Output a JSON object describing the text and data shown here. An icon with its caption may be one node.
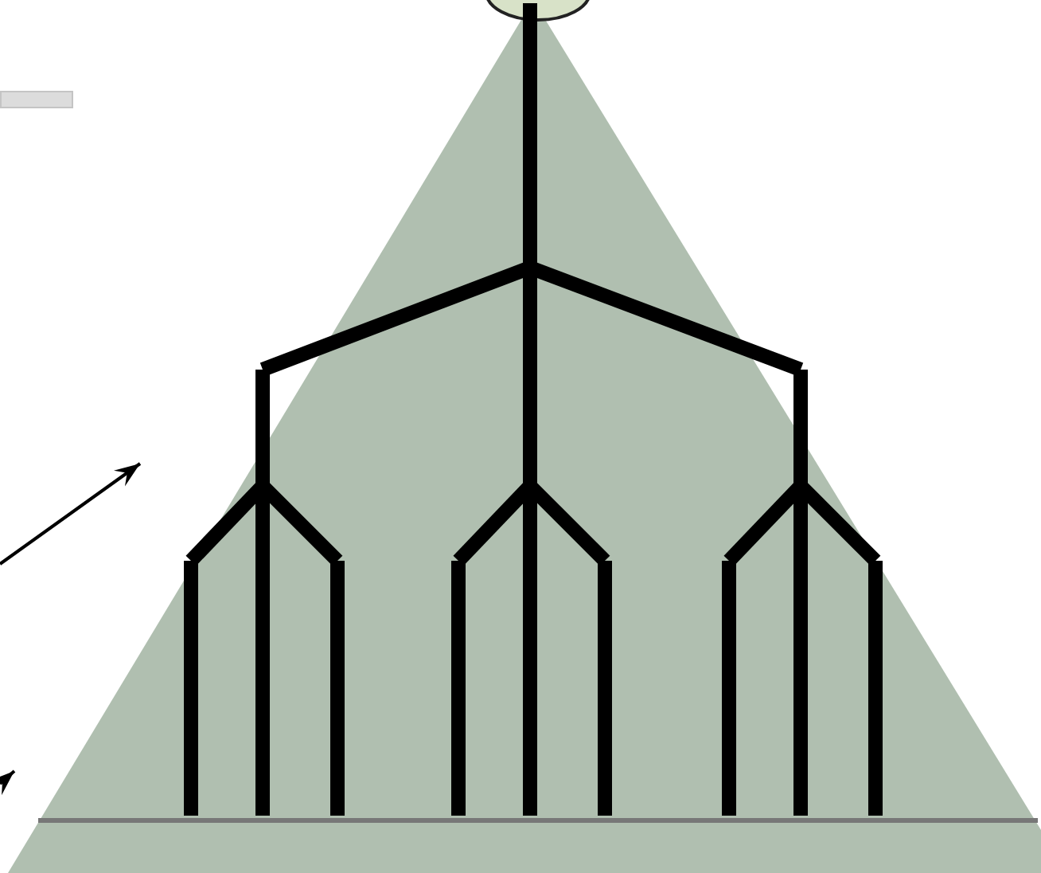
{
  "diagram": {
    "nodes": [
      {
        "text": [],
        "shape": "triangle"
      },
      {
        "text": [],
        "shape": "circle"
      },
      {
        "text": [],
        "shape": "bar"
      }
    ]
  }
}
